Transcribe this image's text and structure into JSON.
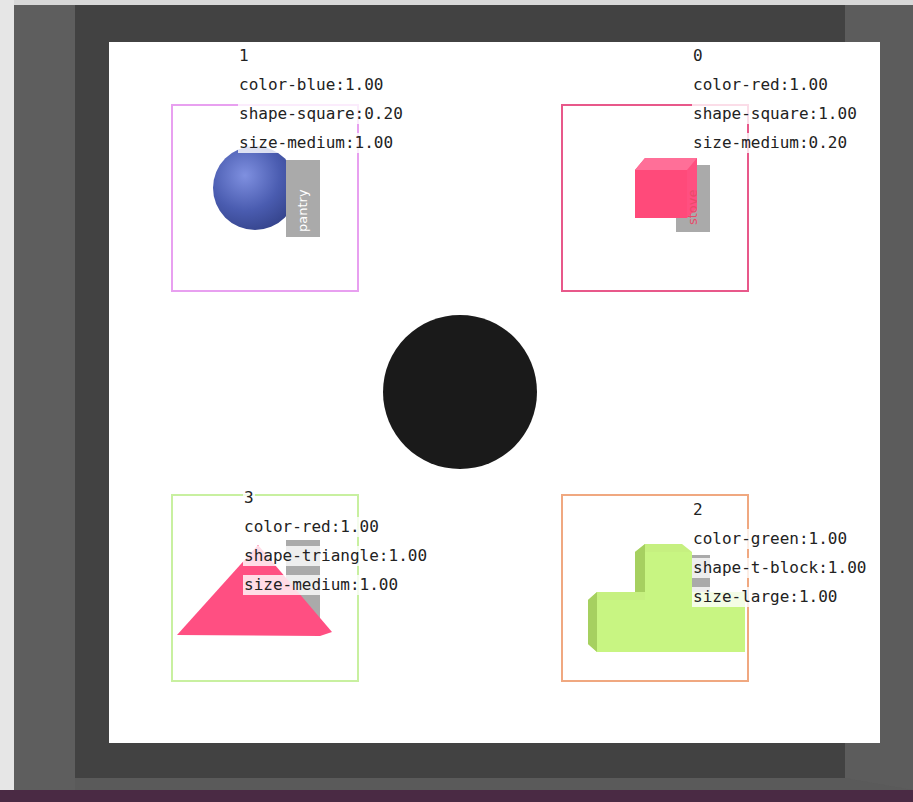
{
  "diagram": {
    "nodes": [
      {
        "text": [
          "1",
          "color-blue:1.00",
          "shape-square:0.20",
          "size-medium:1.00"
        ]
      },
      {
        "text": [
          "0",
          "color-red:1.00",
          "shape-square:1.00",
          "size-medium:0.20"
        ]
      },
      {
        "text": [
          "3",
          "color-red:1.00",
          "shape-triangle:1.00",
          "size-medium:1.00"
        ]
      },
      {
        "text": [
          "2",
          "color-green:1.00",
          "shape-t-block:1.00",
          "size-large:1.00"
        ]
      }
    ],
    "labels": [
      "pantry",
      "stove"
    ]
  }
}
